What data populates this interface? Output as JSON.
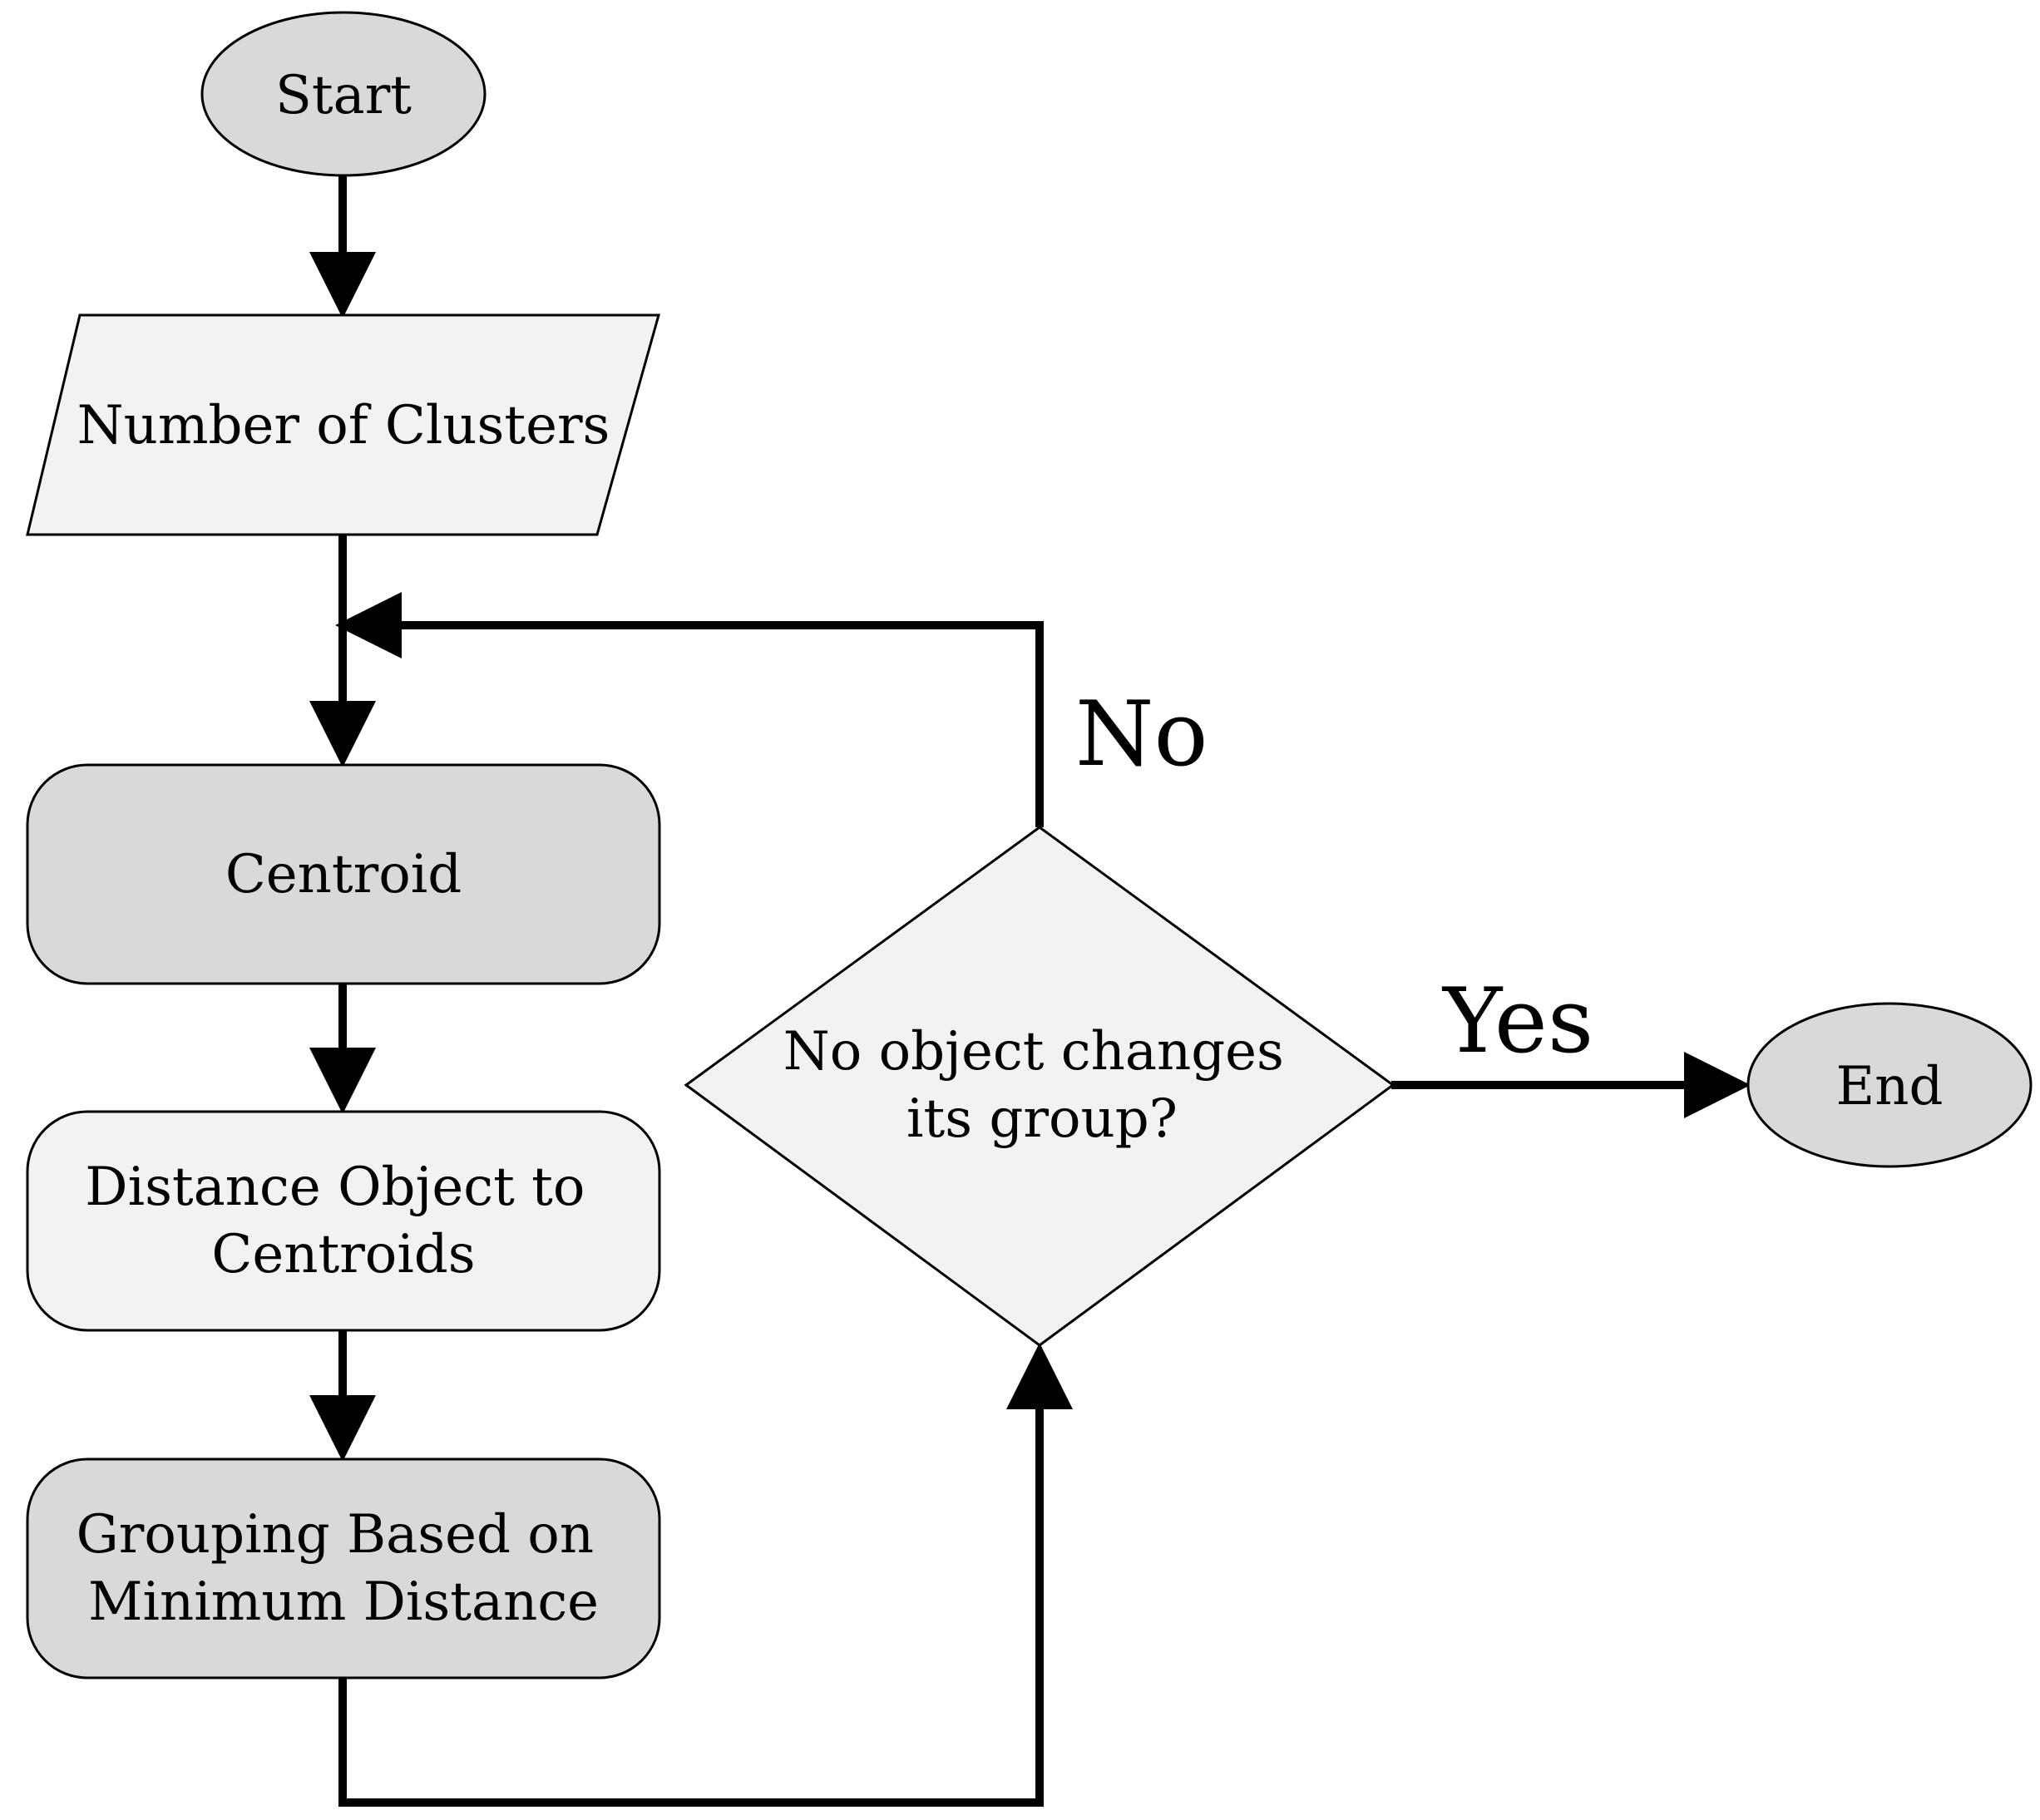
{
  "nodes": {
    "start": "Start",
    "input": "Number of Clusters",
    "centroid": "Centroid",
    "distance": [
      "Distance Object to",
      "Centroids"
    ],
    "grouping": [
      "Grouping Based on",
      "Minimum Distance"
    ],
    "decision": [
      "No object changes",
      "its group?"
    ],
    "end": "End"
  },
  "edges": {
    "no_label": "No",
    "yes_label": "Yes"
  },
  "colors": {
    "terminal_fill": "#d9d9d9",
    "light_fill": "#f2f2f2",
    "dark_fill": "#d9d9d9",
    "stroke": "#000000"
  }
}
